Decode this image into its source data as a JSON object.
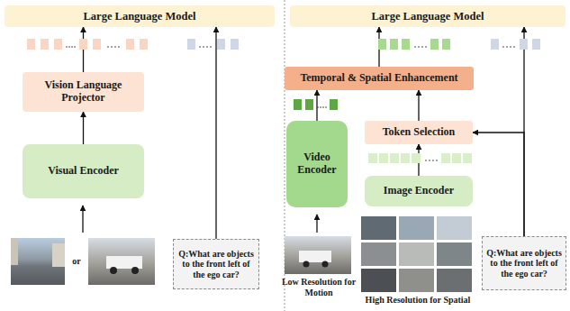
{
  "diagram": {
    "nodes": [
      {
        "text": [
          "Large Language Model"
        ]
      },
      {
        "text": [
          "Vision Language Projector"
        ]
      },
      {
        "text": [
          "Visual Encoder"
        ]
      },
      {
        "text": [
          "Q:What are objects to the front left of the ego car?"
        ]
      },
      {
        "text": [
          "Large Language Model"
        ]
      },
      {
        "text": [
          "Temporal & Spatial Enhancement"
        ]
      },
      {
        "text": [
          "Video Encoder"
        ]
      },
      {
        "text": [
          "Token Selection"
        ]
      },
      {
        "text": [
          "Image Encoder"
        ]
      },
      {
        "text": [
          "Q:What are objects to the front left of the ego car?"
        ]
      }
    ],
    "edges": [
      {
        "from": 2,
        "to": 1,
        "arrow": "to"
      },
      {
        "from": 1,
        "to": 0,
        "arrow": "to"
      },
      {
        "from": 3,
        "to": 0,
        "arrow": "to"
      },
      {
        "from": 6,
        "to": 5,
        "arrow": "to"
      },
      {
        "from": 8,
        "to": 7,
        "arrow": "to"
      },
      {
        "from": 7,
        "to": 5,
        "arrow": "to"
      },
      {
        "from": 5,
        "to": 4,
        "arrow": "to"
      },
      {
        "from": 9,
        "to": 4,
        "arrow": "to"
      },
      {
        "from": 9,
        "to": 7,
        "arrow": "to"
      }
    ],
    "labels": [
      "or",
      "Low Resolution for Motion",
      "High Resolution for Spatial"
    ]
  }
}
